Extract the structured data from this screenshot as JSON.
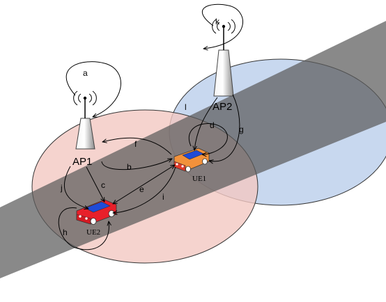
{
  "nodes": {
    "ap1": "AP1",
    "ap2": "AP2",
    "ue1": "UE1",
    "ue2": "UE2"
  },
  "links": {
    "a": "a",
    "b": "b",
    "c": "c",
    "d": "d",
    "e": "e",
    "f": "f",
    "g": "g",
    "h": "h",
    "i": "i",
    "j": "j",
    "k": "k",
    "l": "l"
  },
  "colors": {
    "ap1_coverage": "#f2c8c2",
    "ap2_coverage": "#b8cdea",
    "road": "#7a7a7a",
    "ue1_car": "#f2913b",
    "ue2_car": "#e8202a",
    "car_windows": "#1f4bd8"
  }
}
